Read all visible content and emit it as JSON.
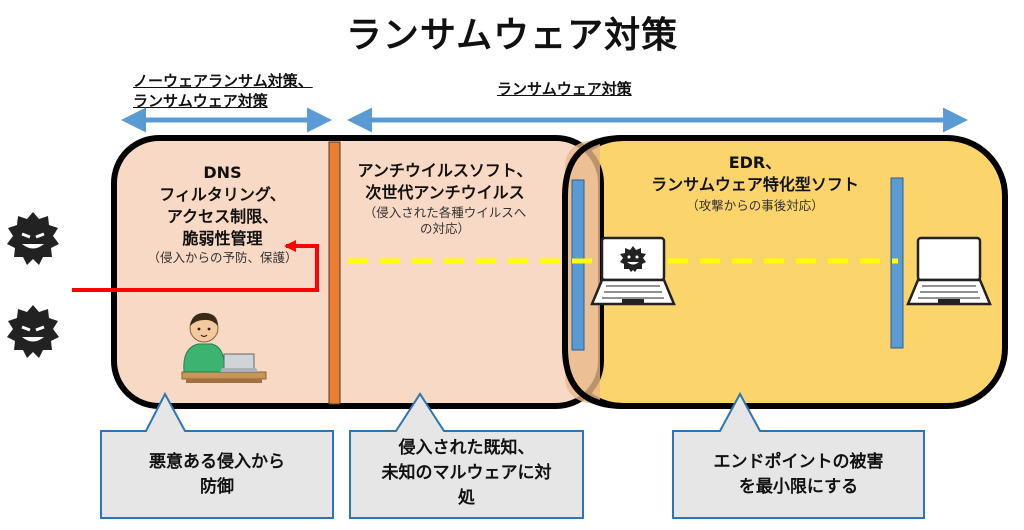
{
  "title": "ランサムウェア対策",
  "header_left": {
    "line1": "ノーウェアランサム対策、",
    "line2": "ランサムウェア対策"
  },
  "header_right": "ランサムウェア対策",
  "zone1": {
    "title_lines": [
      "DNS",
      "フィルタリング、",
      "アクセス制限、",
      "脆弱性管理"
    ],
    "note": "（侵入からの予防、保護）"
  },
  "zone2": {
    "title_lines": [
      "アンチウイルスソフト、",
      "次世代アンチウイルス"
    ],
    "note_lines": [
      "（侵入された各種ウイルスへ",
      "の対応）"
    ]
  },
  "zone3": {
    "title_lines": [
      "EDR、",
      "ランサムウェア特化型ソフト"
    ],
    "note": "（攻撃からの事後対応）"
  },
  "callouts": [
    {
      "lines": [
        "悪意ある侵入から",
        "防御"
      ]
    },
    {
      "lines": [
        "侵入された既知、",
        "未知のマルウェアに対",
        "処"
      ]
    },
    {
      "lines": [
        "エンドポイントの被害",
        "を最小限にする"
      ]
    }
  ],
  "colors": {
    "zone_left": "#f8d9c6",
    "zone_right": "#fbd56b",
    "arrow_blue": "#5b9bd5",
    "barrier_orange": "#ed7d31",
    "attack_red": "#ff0000",
    "dashed_yellow": "#ffff00",
    "callout_bg": "#e7e6e6",
    "callout_border": "#2e75b6"
  }
}
